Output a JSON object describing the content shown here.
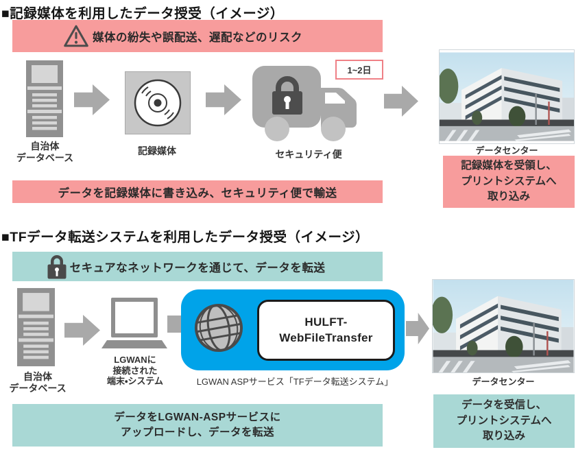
{
  "colors": {
    "pink": "#f79c9c",
    "teal": "#a9d8d5",
    "blue": "#00a3e9",
    "badge-border": "#ef8086"
  },
  "section1": {
    "title": "■記録媒体を利用したデータ授受（イメージ）",
    "risk_banner": "媒体の紛失や誤配送、遅配などのリスク",
    "duration_badge": "1~2日",
    "labels": {
      "database": [
        "自治体",
        "データベース"
      ],
      "media": "記録媒体",
      "courier": "セキュリティ便",
      "datacenter": "データセンター"
    },
    "result_lines": [
      "記録媒体を受領し、",
      "プリントシステムへ",
      "取り込み"
    ],
    "process_banner": "データを記録媒体に書き込み、セキュリティ便で輸送"
  },
  "section2": {
    "title": "■TFデータ転送システムを利用したデータ授受（イメージ）",
    "secure_banner": "セキュアなネットワークを通じて、データを転送",
    "labels": {
      "database": [
        "自治体",
        "データベース"
      ],
      "terminal": [
        "LGWANに",
        "接続された",
        "端末・システム"
      ],
      "service": "LGWAN ASPサービス「TFデータ転送システム」",
      "datacenter": "データセンター"
    },
    "product_lines": [
      "HULFT-",
      "WebFileTransfer"
    ],
    "result_lines": [
      "データを受信し、",
      "プリントシステムへ",
      "取り込み"
    ],
    "process_lines": [
      "データをLGWAN-ASPサービスに",
      "アップロードし、データを転送"
    ]
  }
}
